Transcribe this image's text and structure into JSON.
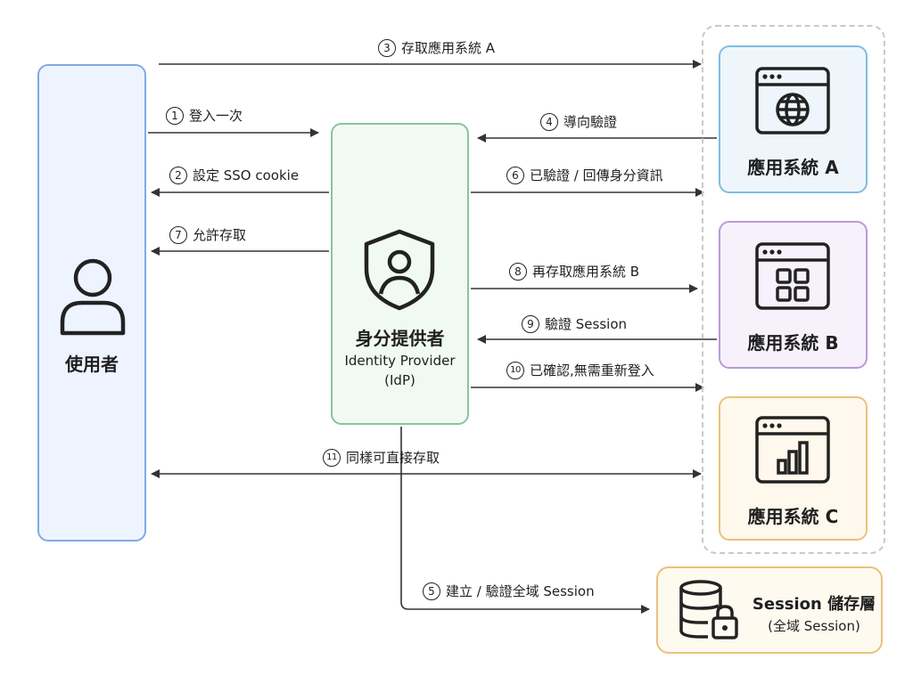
{
  "nodes": {
    "user": {
      "label": "使用者"
    },
    "idp": {
      "label": "身分提供者",
      "sub1": "Identity Provider",
      "sub2": "(IdP)"
    },
    "system_a": {
      "label": "應用系統 A"
    },
    "system_b": {
      "label": "應用系統 B"
    },
    "system_c": {
      "label": "應用系統 C"
    },
    "session_store": {
      "label": "Session 儲存層",
      "sub": "(全域 Session)"
    }
  },
  "edges": [
    {
      "num": "1",
      "label": "登入一次"
    },
    {
      "num": "2",
      "label": "設定 SSO cookie"
    },
    {
      "num": "3",
      "label": "存取應用系統 A"
    },
    {
      "num": "4",
      "label": "導向驗證"
    },
    {
      "num": "5",
      "label": "建立 / 驗證全域 Session"
    },
    {
      "num": "6",
      "label": "已驗證 / 回傳身分資訊"
    },
    {
      "num": "7",
      "label": "允許存取"
    },
    {
      "num": "8",
      "label": "再存取應用系統 B"
    },
    {
      "num": "9",
      "label": "驗證 Session"
    },
    {
      "num": "10",
      "label": "已確認,無需重新登入"
    },
    {
      "num": "11",
      "label": "同樣可直接存取"
    }
  ],
  "icons": {
    "user": "person-icon",
    "idp": "shield-user-icon",
    "system_a": "globe-browser-icon",
    "system_b": "grid-browser-icon",
    "system_c": "bar-chart-browser-icon",
    "session_store": "database-lock-icon"
  },
  "colors": {
    "user_border": "#80a9e8",
    "idp_border": "#86c59a",
    "system_a_border": "#7fbde2",
    "system_b_border": "#b99ad8",
    "system_c_border": "#e9c27a",
    "line": "#333333"
  }
}
